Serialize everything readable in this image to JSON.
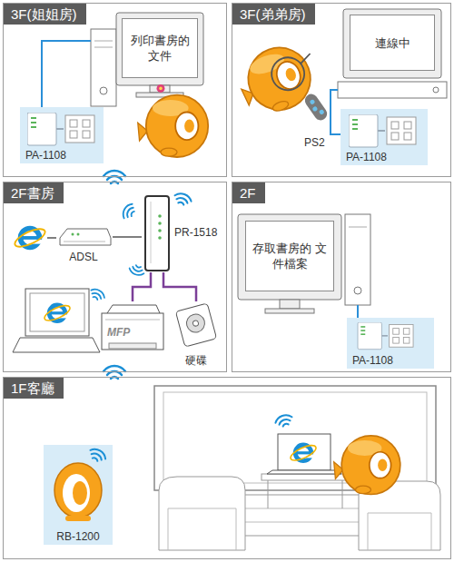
{
  "diagram": {
    "nodes": [
      {
        "text": [
          "3F(姐姐房)"
        ]
      },
      {
        "text": [
          "列印書房的 文件"
        ],
        "in": 0
      },
      {
        "text": [
          "PA-1108"
        ],
        "in": 0
      },
      {
        "text": [
          "3F(弟弟房)"
        ]
      },
      {
        "text": [
          "連線中"
        ],
        "in": 3
      },
      {
        "text": [
          "PA-1108"
        ],
        "in": 3
      },
      {
        "text": [
          "2F書房"
        ]
      },
      {
        "text": [
          "ADSL"
        ],
        "in": 6
      },
      {
        "text": [
          "PR-1518"
        ],
        "in": 6
      },
      {
        "text": [
          "MFP"
        ],
        "in": 6
      },
      {
        "text": [
          "硬碟"
        ],
        "in": 6
      },
      {
        "text": [
          "2F"
        ]
      },
      {
        "text": [
          "存取書房的 文件檔案"
        ],
        "in": 11
      },
      {
        "text": [
          "PA-1108"
        ],
        "in": 11
      },
      {
        "text": [
          "1F客廳"
        ]
      },
      {
        "text": [
          "RB-1200"
        ],
        "in": 14
      }
    ],
    "edges": [
      {
        "from": 7,
        "to": 8,
        "arrow": "none"
      },
      {
        "from": 8,
        "to": 9,
        "arrow": "none"
      },
      {
        "from": 8,
        "to": 10,
        "arrow": "none"
      }
    ],
    "labels": [
      "PS2"
    ]
  }
}
